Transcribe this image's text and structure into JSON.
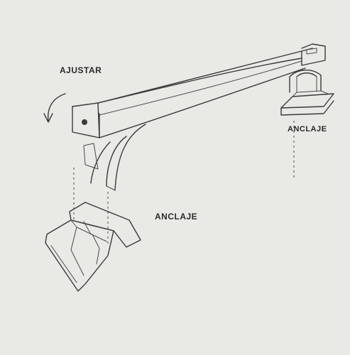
{
  "labels": {
    "adjust": "AJUSTAR",
    "anchor_right": "ANCLAJE",
    "anchor_bottom": "ANCLAJE"
  },
  "colors": {
    "paper": "#e9e9e6",
    "ink": "#3a3a3a"
  }
}
